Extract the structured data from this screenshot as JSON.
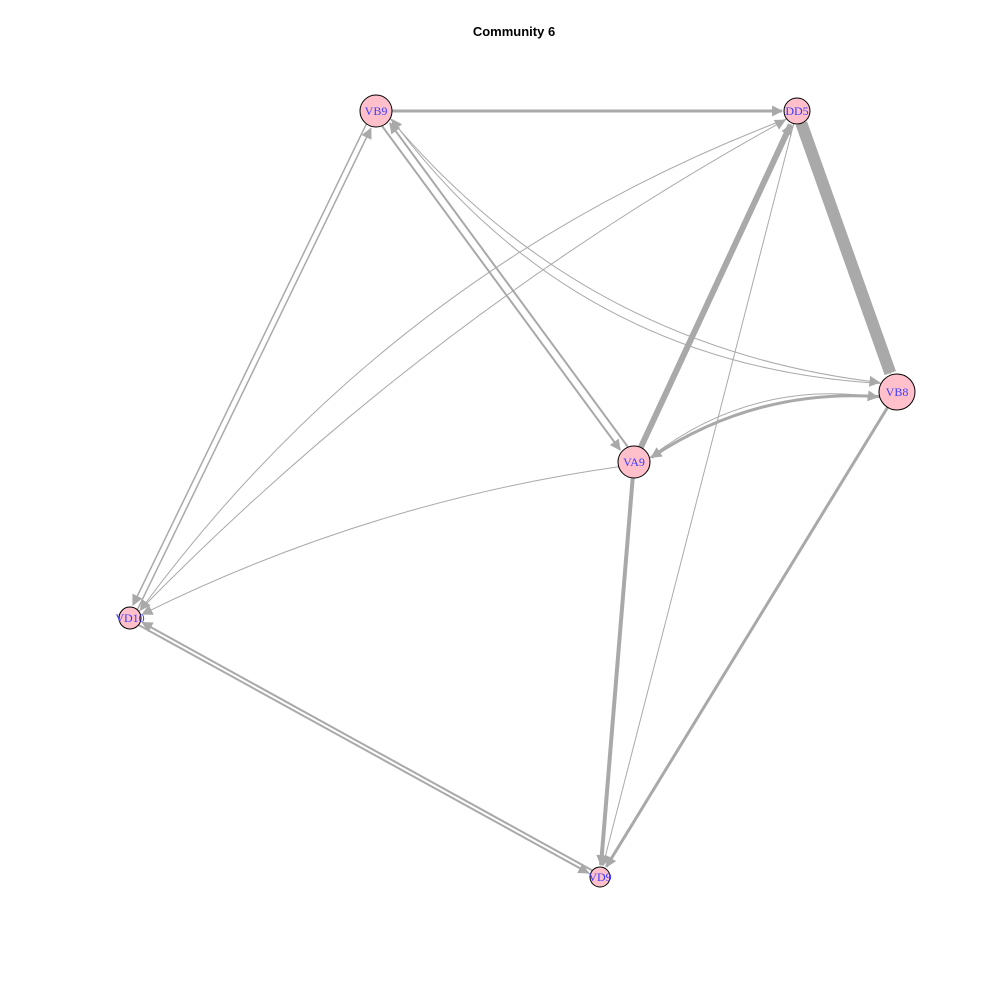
{
  "title": "Community 6",
  "colors": {
    "edge": "#a9a9a9",
    "node_fill": "#ffc0cb",
    "node_stroke": "#000000",
    "label": "#3a3aff"
  },
  "nodes": [
    {
      "id": "VB9",
      "label": "VB9"
    },
    {
      "id": "DD5",
      "label": "DD5"
    },
    {
      "id": "VB8",
      "label": "VB8"
    },
    {
      "id": "VA9",
      "label": "VA9"
    },
    {
      "id": "VD10",
      "label": "VD10"
    },
    {
      "id": "VD9",
      "label": "VD9"
    }
  ],
  "edges": [
    {
      "from": "VB9",
      "to": "DD5",
      "weight": 3
    },
    {
      "from": "VB9",
      "to": "VA9",
      "weight": 2
    },
    {
      "from": "VA9",
      "to": "VB9",
      "weight": 2
    },
    {
      "from": "VB9",
      "to": "VD10",
      "weight": 1.5
    },
    {
      "from": "VD10",
      "to": "VB9",
      "weight": 1.5
    },
    {
      "from": "VB9",
      "to": "VB8",
      "weight": 1
    },
    {
      "from": "VB8",
      "to": "VB9",
      "weight": 1
    },
    {
      "from": "VA9",
      "to": "DD5",
      "weight": 6
    },
    {
      "from": "DD5",
      "to": "VB8",
      "weight": 12
    },
    {
      "from": "DD5",
      "to": "VD10",
      "weight": 1
    },
    {
      "from": "VD10",
      "to": "DD5",
      "weight": 1
    },
    {
      "from": "DD5",
      "to": "VD9",
      "weight": 1
    },
    {
      "from": "VB8",
      "to": "VA9",
      "weight": 3
    },
    {
      "from": "VA9",
      "to": "VB8",
      "weight": 1
    },
    {
      "from": "VB8",
      "to": "VD9",
      "weight": 3
    },
    {
      "from": "VA9",
      "to": "VD9",
      "weight": 4
    },
    {
      "from": "VA9",
      "to": "VD10",
      "weight": 1
    },
    {
      "from": "VD10",
      "to": "VD9",
      "weight": 2
    },
    {
      "from": "VD9",
      "to": "VD10",
      "weight": 2
    }
  ]
}
